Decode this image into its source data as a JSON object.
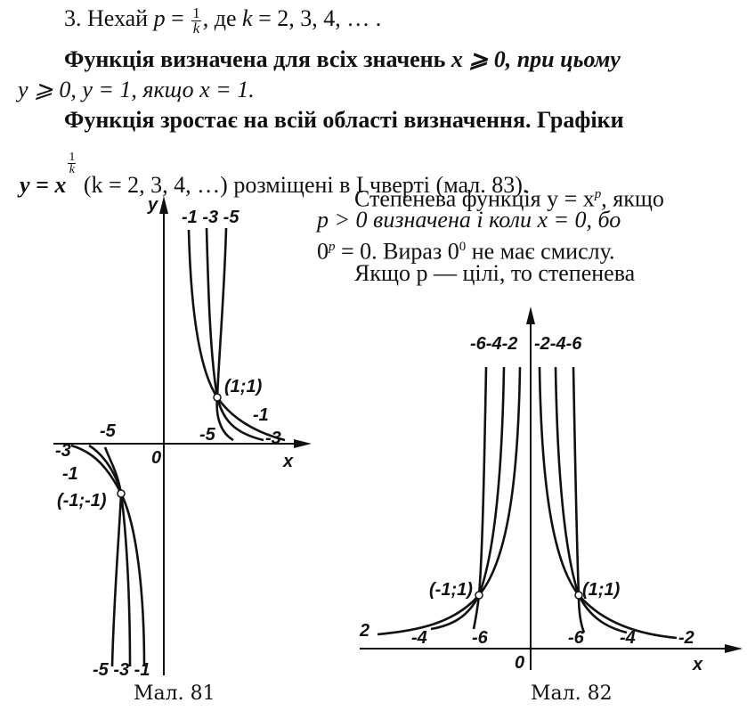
{
  "item_number": "3.",
  "line1": {
    "word": "Нехай",
    "p": "p",
    "eq": "=",
    "num": "1",
    "den": "k",
    "tail": ", де",
    "k": "k",
    "values": "= 2, 3, 4, … ."
  },
  "para1": {
    "a": "Функція визначена для всіх значень",
    "cond": "x ⩾ 0, при цьому",
    "b": "y ⩾ 0, y = 1, якщо x = 1."
  },
  "para2": {
    "a": "Функція зростає на всій області визначення. Графіки",
    "y": "y = x",
    "exp_num": "1",
    "exp_den": "k",
    "b": "(k = 2, 3, 4, …) розміщені в І чверті (мал. 83)."
  },
  "right_text": {
    "l1": "Степенева функція y = x",
    "l1_sup": "p",
    "l1_end": ", якщо",
    "l2": "p > 0 визначена і коли x = 0, бо",
    "l3_pre": "0",
    "l3_sup": "p",
    "l3_mid": " = 0. Вираз 0",
    "l3_sup2": "0",
    "l3_end": " не має смислу.",
    "l4": "Якщо   p — цілі,  то  степенева"
  },
  "fig81": {
    "caption": "Мал. 81",
    "axis_y": "y",
    "axis_x": "x",
    "origin": "0",
    "top_labels": "-1 -3 -5",
    "bottom_labels": "-5 -3 -1",
    "point_pos": "(1;1)",
    "point_neg": "(-1;-1)",
    "lbl_q1_minus1": "-1",
    "lbl_q1_minus5": "-5",
    "lbl_q1_minus3": "-3",
    "lbl_q3_minus5": "-5",
    "lbl_q3_minus3": "-3",
    "lbl_q3_minus1": "-1"
  },
  "fig82": {
    "caption": "Мал. 82",
    "axis_x": "x",
    "origin": "0",
    "top_left": "-6-4-2",
    "top_right": "-2-4-6",
    "point_left": "(-1;1)",
    "point_right": "(1;1)",
    "bl_2": "2",
    "bl_4": "-4",
    "bl_6": "-6",
    "br_6": "-6",
    "br_4": "-4",
    "br_2": "-2"
  }
}
